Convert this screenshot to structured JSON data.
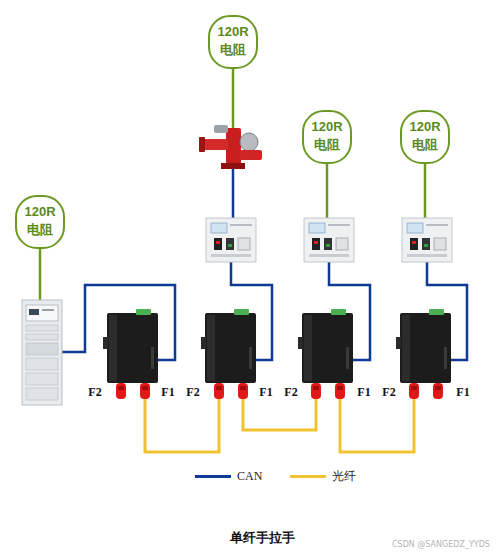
{
  "diagram": {
    "caption": "单纤手拉手",
    "nodes": [
      {
        "text": [
          "120R 电阻"
        ]
      },
      {
        "text": [
          "120R 电阻"
        ]
      },
      {
        "text": [
          "120R 电阻"
        ]
      },
      {
        "text": [
          "120R 电阻"
        ]
      }
    ],
    "labels": [
      "F2",
      "F1",
      "F2",
      "F1",
      "F2",
      "F1",
      "F2",
      "F1",
      "CSDN @SANGEDZ_YYDS"
    ],
    "legend": [
      {
        "text": "CAN"
      },
      {
        "text": "光纤"
      }
    ]
  }
}
